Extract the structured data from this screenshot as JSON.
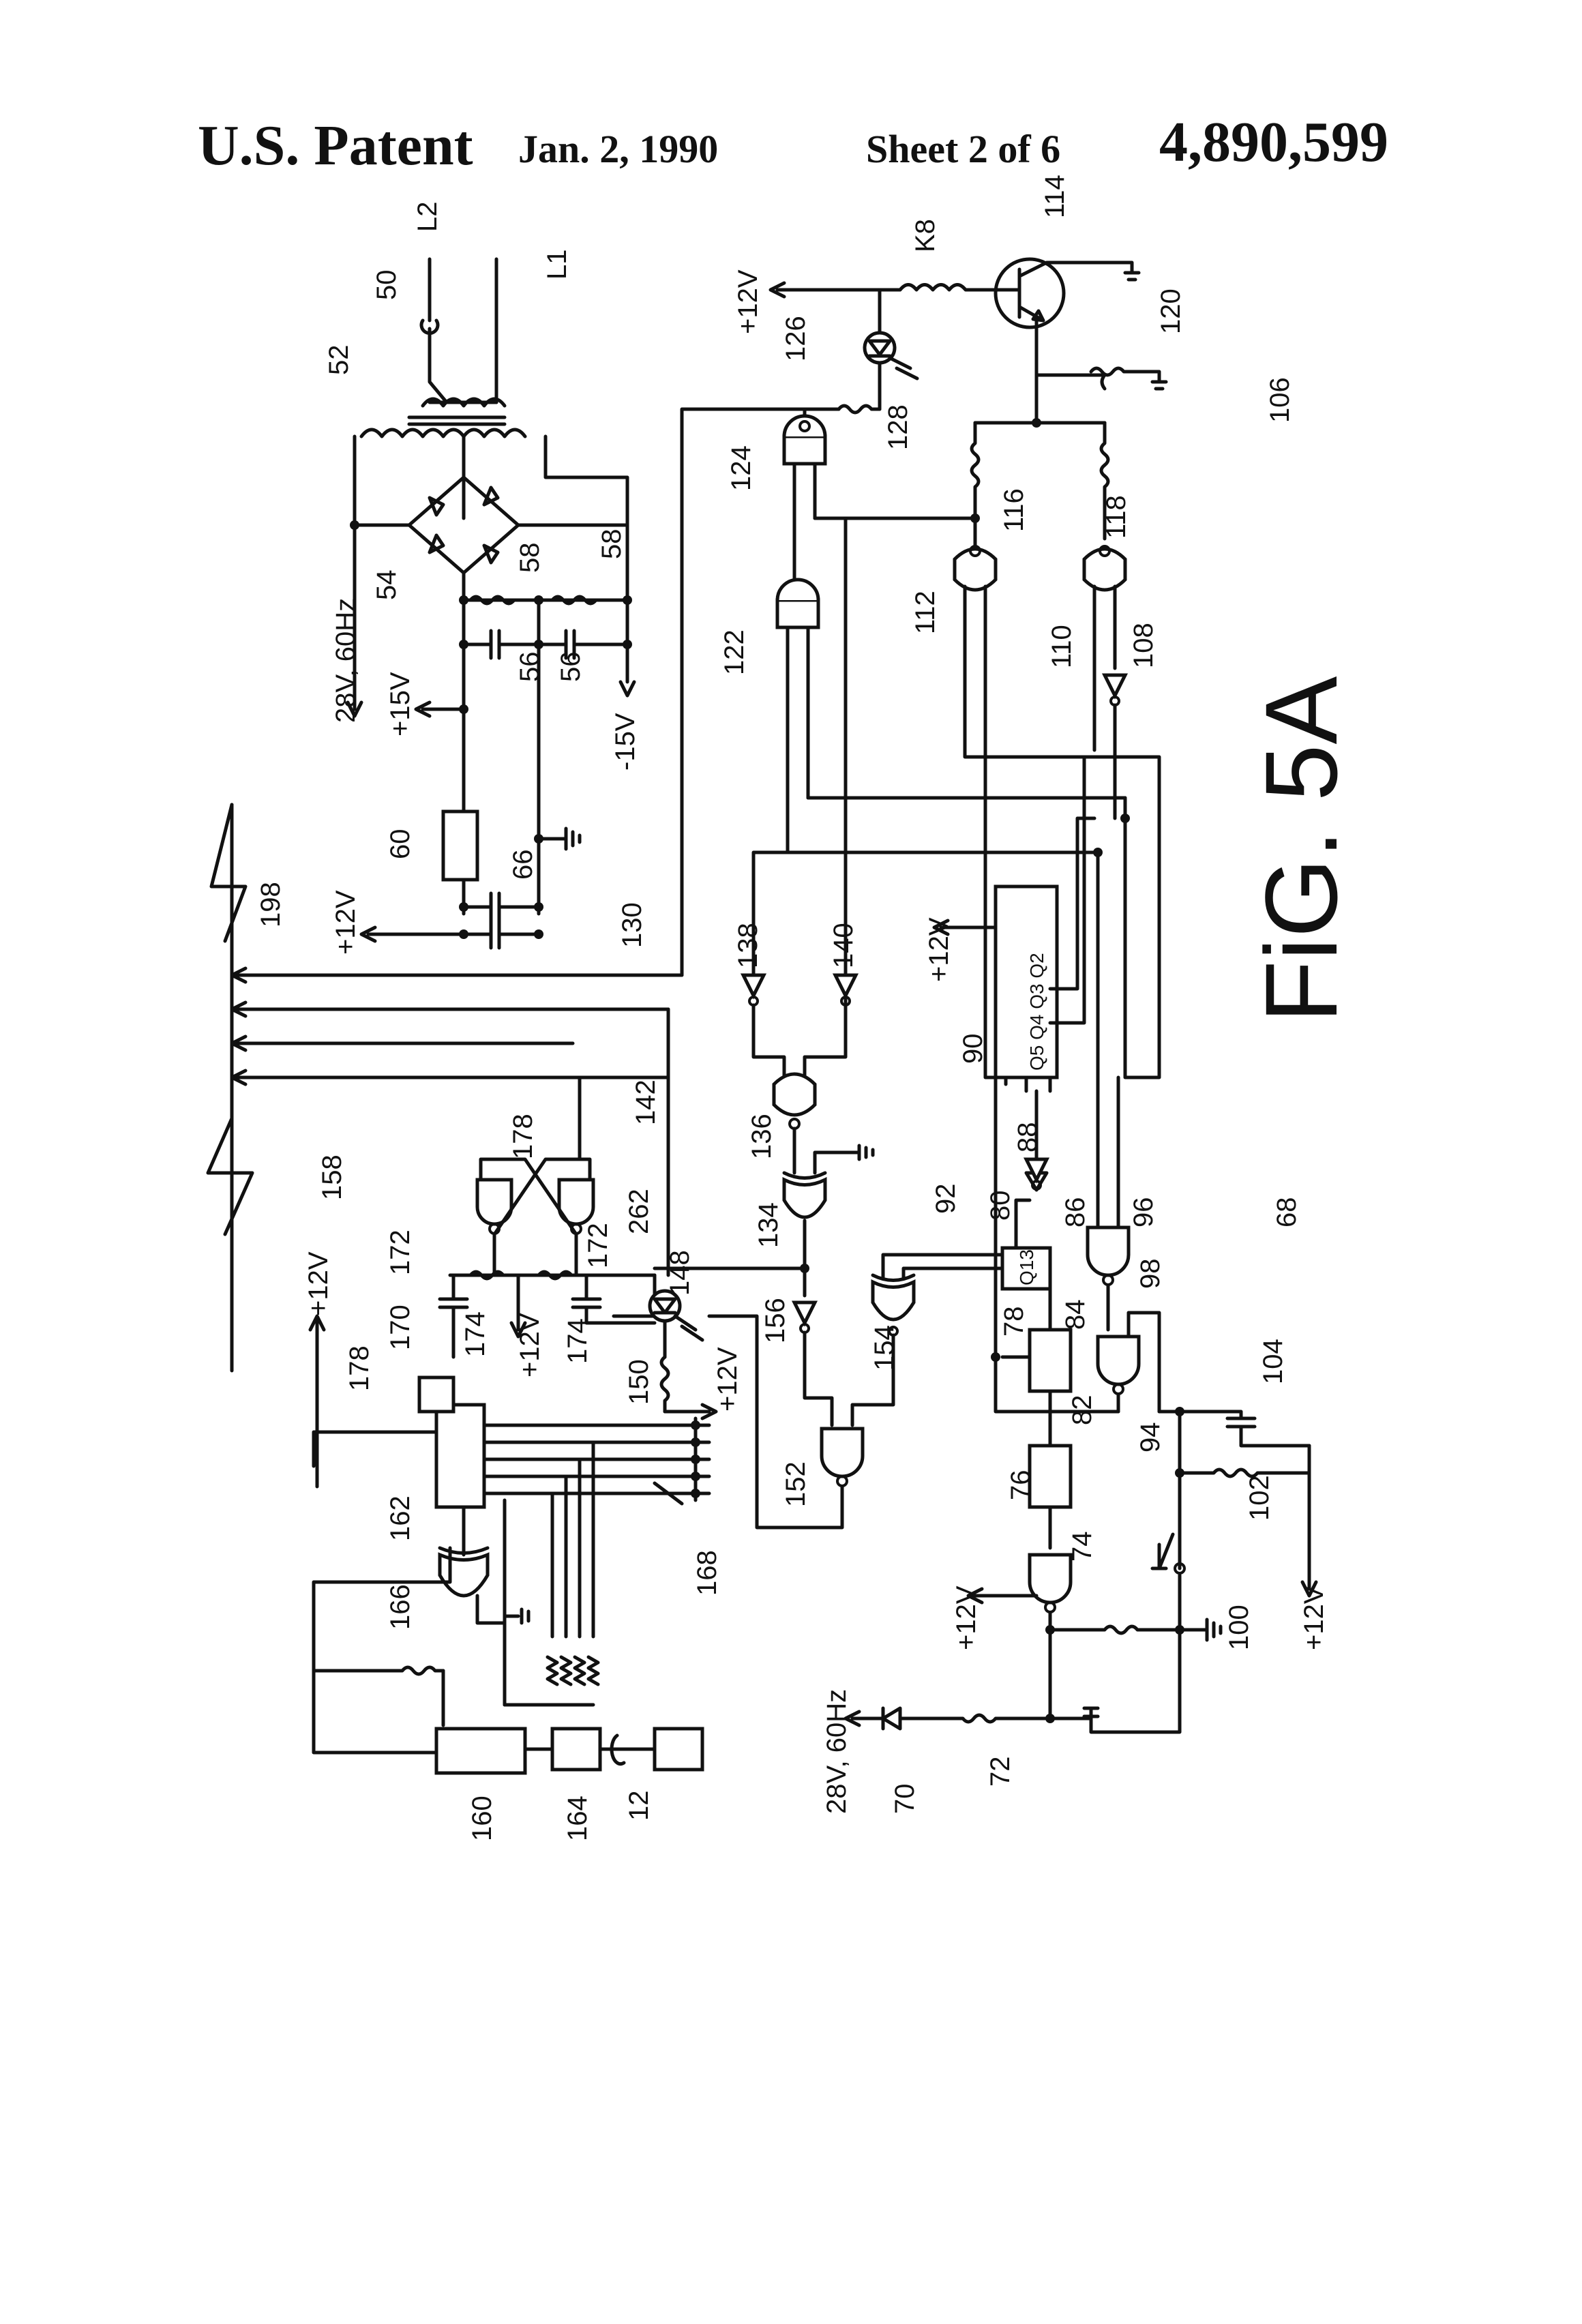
{
  "header": {
    "office": "U.S. Patent",
    "date": "Jan. 2, 1990",
    "sheet": "Sheet 2 of 6",
    "patent_number": "4,890,599"
  },
  "figure": {
    "label": "FiG. 5A"
  },
  "labels": {
    "l2": "L2",
    "l1": "L1",
    "n50": "50",
    "n52": "52",
    "n54": "54",
    "n56a": "56",
    "n56b": "56",
    "n58a": "58",
    "n58b": "58",
    "n60": "60",
    "n66": "66",
    "v28_top": "28V, 60Hz",
    "p15v": "+15V",
    "m15v": "-15V",
    "p12v_60": "+12V",
    "n198": "198",
    "n130": "130",
    "n142": "142",
    "n158": "158",
    "n178a": "178",
    "n178b": "178",
    "n172a": "172",
    "n172b": "172",
    "n262": "262",
    "n174a": "174",
    "n174b": "174",
    "p12v_174": "+12V",
    "n170": "170",
    "p12v_left": "+12V",
    "n148": "148",
    "n150": "150",
    "p12v_150": "+12V",
    "n162": "162",
    "n166": "166",
    "n168": "168",
    "n160": "160",
    "n164": "164",
    "n12": "12",
    "p12v_k8": "+12V",
    "k8": "K8",
    "n114": "114",
    "n120": "120",
    "n126": "126",
    "n128": "128",
    "n124": "124",
    "n116": "116",
    "n118": "118",
    "n106": "106",
    "n122": "122",
    "n112": "112",
    "n110": "110",
    "n108": "108",
    "n138": "138",
    "n140": "140",
    "p12v_90": "+12V",
    "n90": "90",
    "q_pins": "Q5 Q4 Q3 Q2",
    "n136": "136",
    "n134": "134",
    "n92": "92",
    "n88": "88",
    "n80": "80",
    "n86": "86",
    "q13": "Q13",
    "n96": "96",
    "n68": "68",
    "n156": "156",
    "n154": "154",
    "n78": "78",
    "n84": "84",
    "n98": "98",
    "n104": "104",
    "n94": "94",
    "n152": "152",
    "n76": "76",
    "n82": "82",
    "n74": "74",
    "p12v_74": "+12V",
    "n100": "100",
    "n102": "102",
    "p12v_102": "+12V",
    "v28_bottom": "28V, 60Hz",
    "n70": "70",
    "n72": "72"
  }
}
